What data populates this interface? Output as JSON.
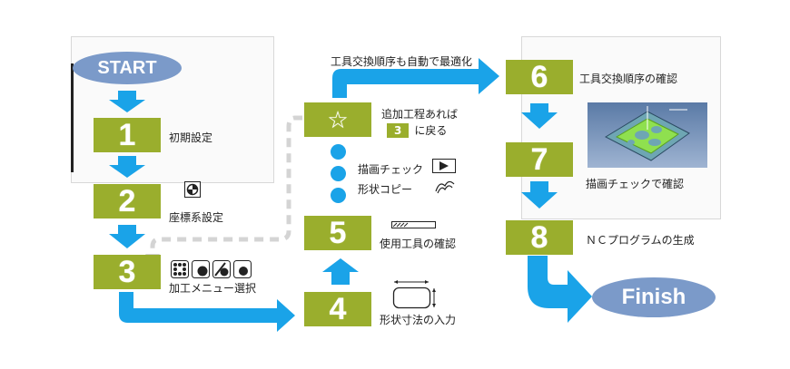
{
  "start_label": "START",
  "finish_label": "Finish",
  "steps": {
    "s1": "1",
    "s2": "2",
    "s3": "3",
    "s4": "4",
    "s5": "5",
    "s6": "6",
    "s7": "7",
    "s8": "8",
    "star": "☆"
  },
  "labels": {
    "l1": "初期設定",
    "l2": "座標系設定",
    "l3": "加工メニュー選択",
    "l4": "形状寸法の入力",
    "l5": "使用工具の確認",
    "star_line1": "追加工程あれば",
    "star_badge": "3",
    "star_line2": "に戻る",
    "check_drawing": "描画チェック",
    "copy_shape": "形状コピー",
    "auto_tool_order": "工具交換順序も自動で最適化",
    "l6": "工具交換順序の確認",
    "l7": "描画チェックで確認",
    "l8": "ＮＣプログラムの生成"
  },
  "colors": {
    "step_fill": "#9aae2d",
    "arrow_blue": "#1aa3e8",
    "pill_blue": "#7b9ac9",
    "loop_gray": "#d4d4d4"
  }
}
